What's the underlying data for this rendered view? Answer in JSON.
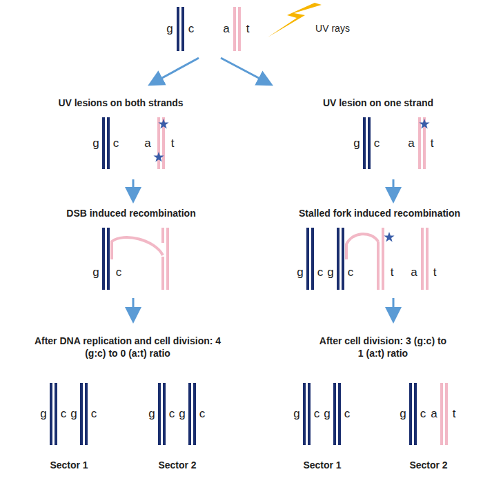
{
  "diagram": {
    "labels": [
      "g",
      "c",
      "a",
      "t",
      "UV rays",
      "UV lesions on both strands",
      "UV lesion on one strand",
      "g",
      "c",
      "a",
      "t",
      "g",
      "c",
      "a",
      "t",
      "DSB induced recombination",
      "Stalled fork induced recombination",
      "g",
      "c",
      "g",
      "c",
      "g",
      "c",
      "t",
      "a",
      "t",
      "After DNA replication and cell division: 4 (g:c) to 0 (a:t) ratio",
      "After cell division: 3 (g:c) to 1 (a:t) ratio",
      "g",
      "c",
      "g",
      "c",
      "Sector 1",
      "g",
      "c",
      "g",
      "c",
      "Sector 2",
      "g",
      "c",
      "g",
      "c",
      "Sector 1",
      "g",
      "c",
      "a",
      "t",
      "Sector 2"
    ]
  }
}
